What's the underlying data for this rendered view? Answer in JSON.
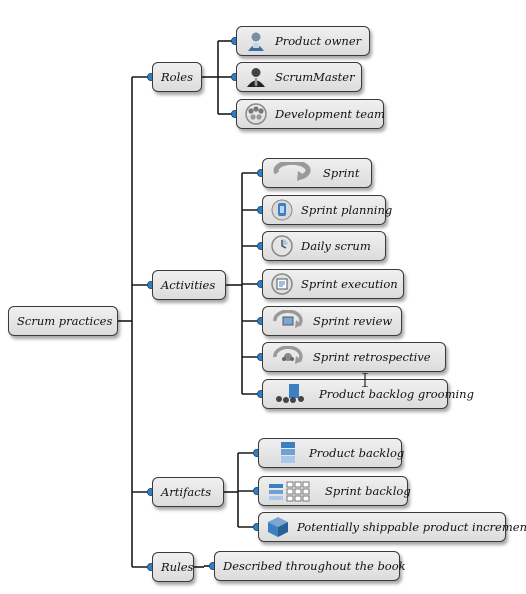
{
  "root": {
    "label": "Scrum practices"
  },
  "categories": [
    {
      "label": "Roles",
      "items": [
        {
          "label": "Product owner",
          "icon": "person-icon"
        },
        {
          "label": "ScrumMaster",
          "icon": "person-tie-icon"
        },
        {
          "label": "Development team",
          "icon": "team-icon"
        }
      ]
    },
    {
      "label": "Activities",
      "items": [
        {
          "label": "Sprint",
          "icon": "cycle-arrow-icon"
        },
        {
          "label": "Sprint planning",
          "icon": "planning-icon"
        },
        {
          "label": "Daily scrum",
          "icon": "clock-icon"
        },
        {
          "label": "Sprint execution",
          "icon": "execution-icon"
        },
        {
          "label": "Sprint review",
          "icon": "review-icon"
        },
        {
          "label": "Sprint retrospective",
          "icon": "retrospective-icon"
        },
        {
          "label": "Product backlog grooming",
          "icon": "grooming-icon"
        }
      ]
    },
    {
      "label": "Artifacts",
      "items": [
        {
          "label": "Product backlog",
          "icon": "backlog-bars-icon"
        },
        {
          "label": "Sprint backlog",
          "icon": "task-grid-icon"
        },
        {
          "label": "Potentially shippable product increment",
          "icon": "cube-icon"
        }
      ]
    },
    {
      "label": "Rules",
      "items": [
        {
          "label": "Described throughout the book"
        }
      ]
    }
  ],
  "colors": {
    "connector": "#1a1a1a",
    "dot": "#2f7fc6",
    "box_border": "#3a3a3a"
  }
}
